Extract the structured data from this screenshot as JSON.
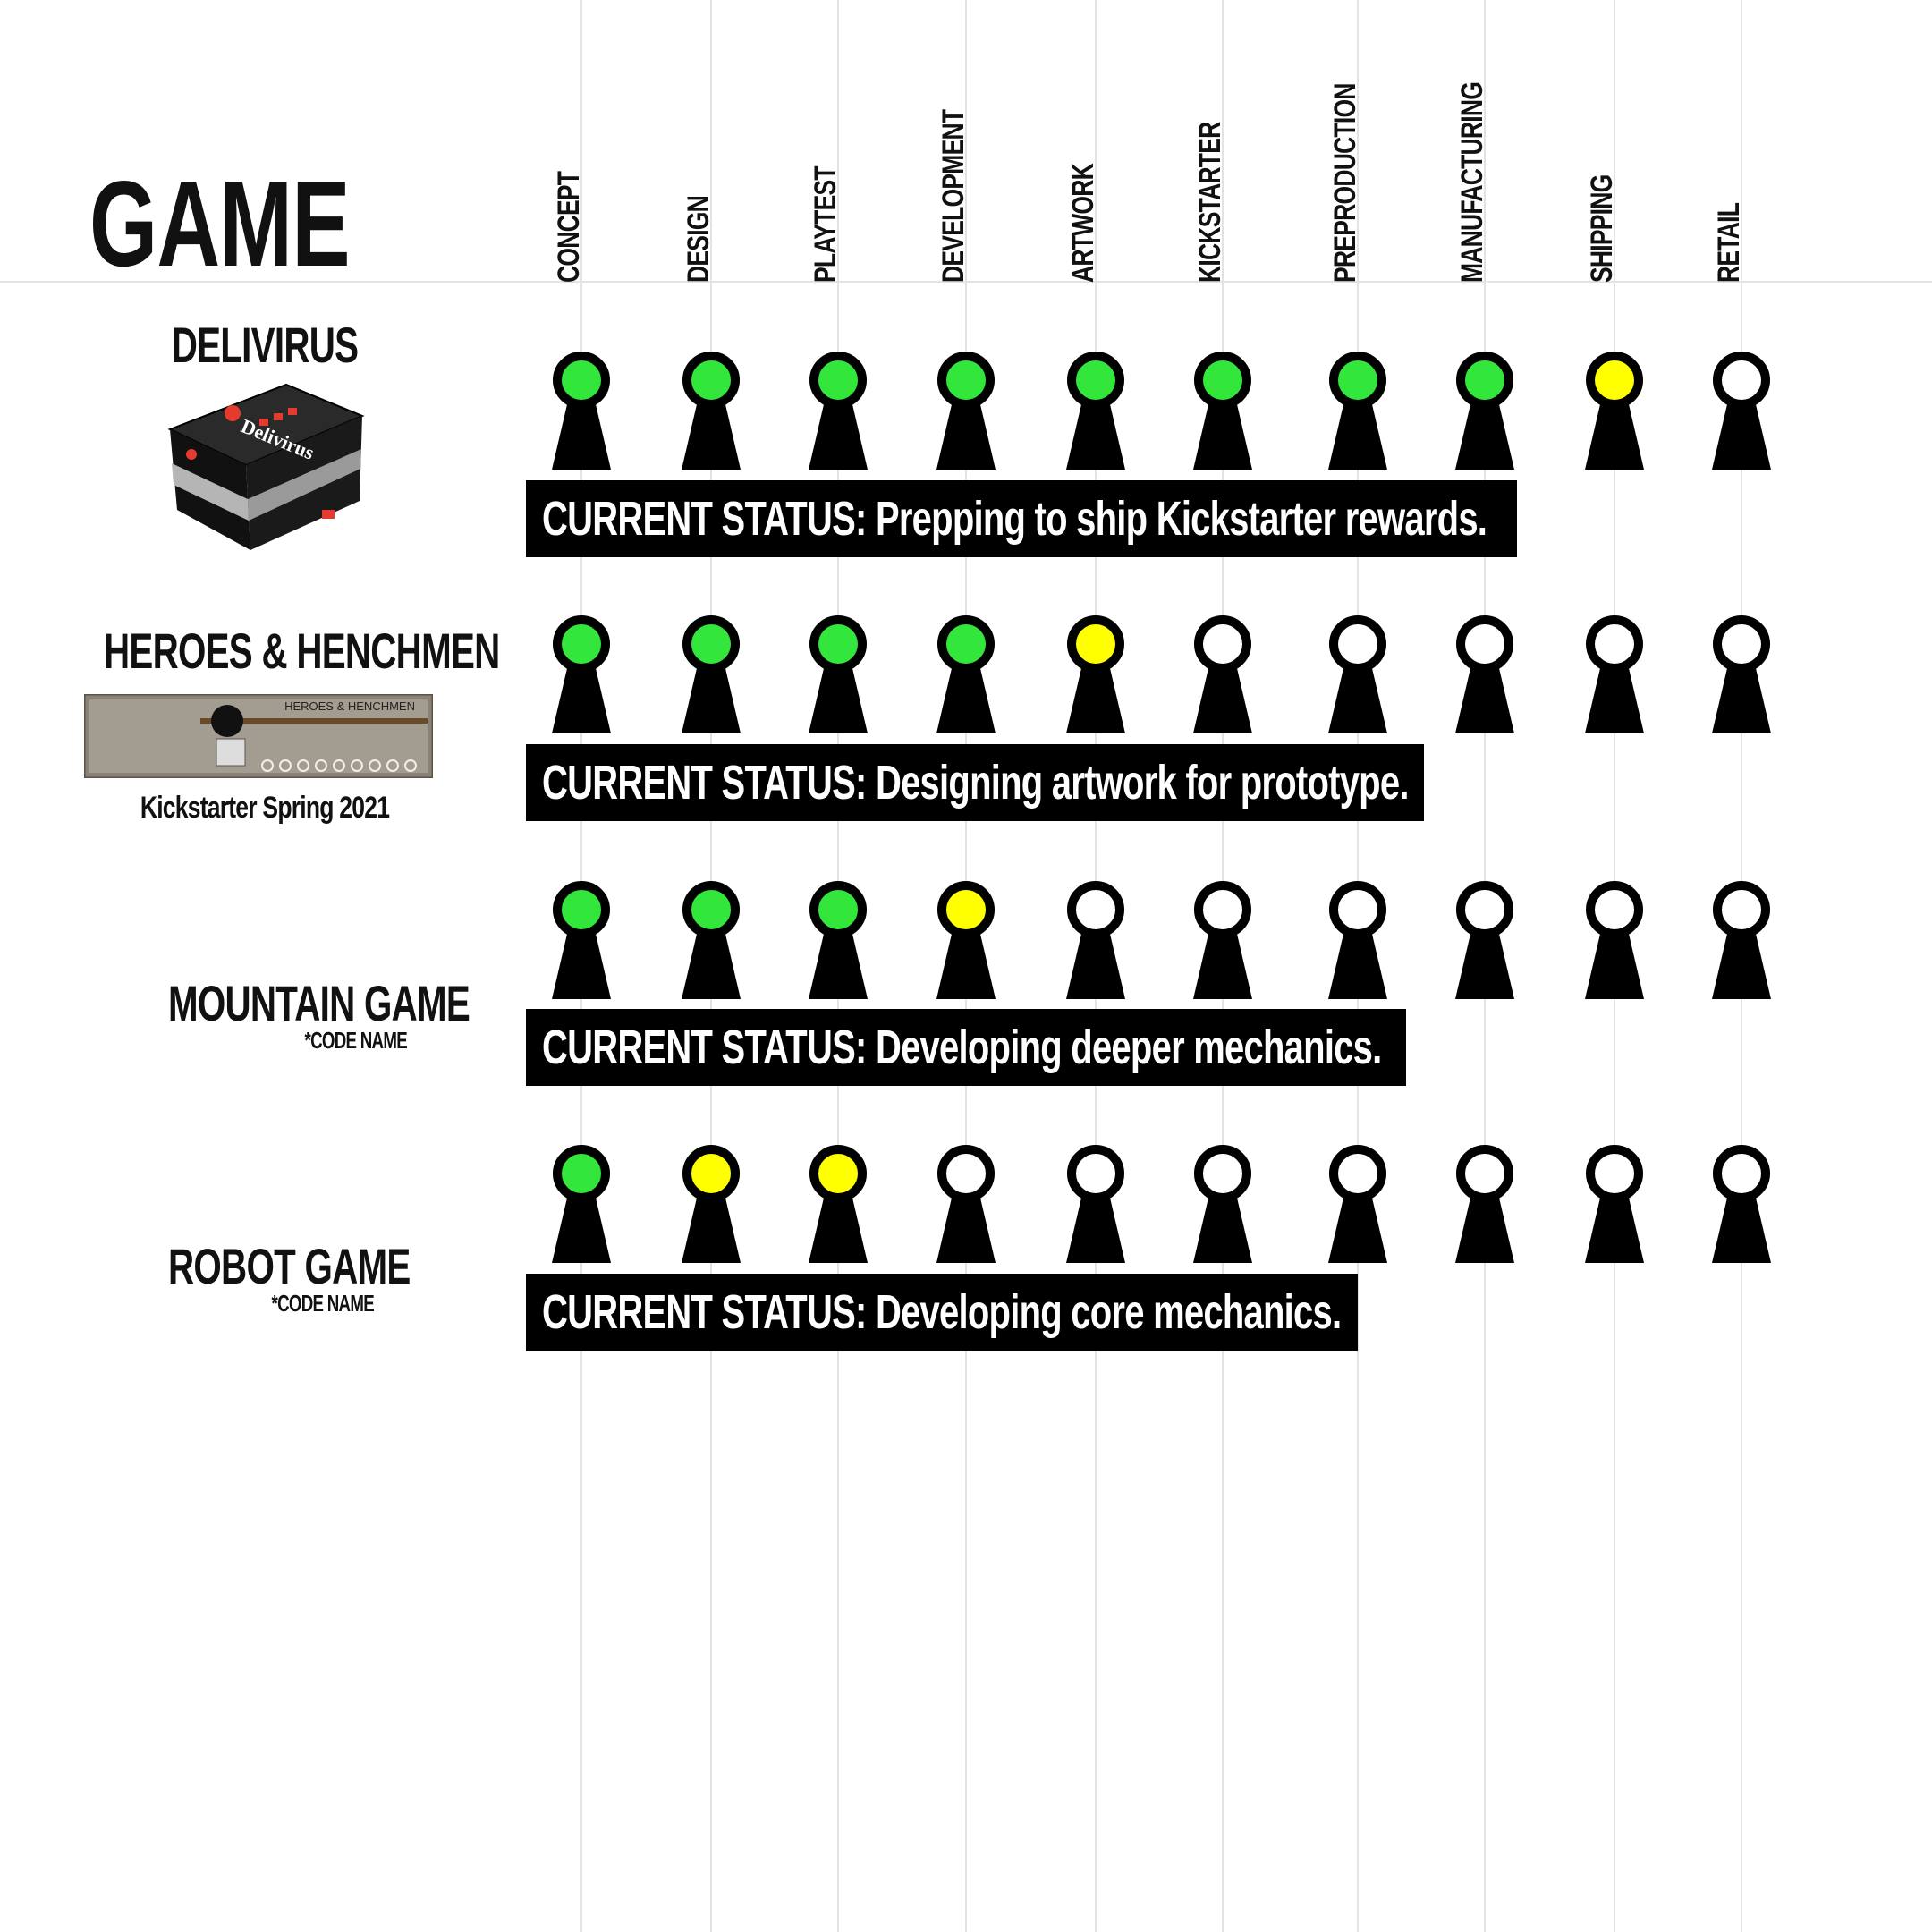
{
  "header": {
    "title": "GAME"
  },
  "stages": [
    "CONCEPT",
    "DESIGN",
    "PLAYTEST",
    "DEVELOPMENT",
    "ARTWORK",
    "KICKSTARTER",
    "PREPRODUCTION",
    "MANUFACTURING",
    "SHIPPING",
    "RETAIL"
  ],
  "status_colors": {
    "complete": "#33e63b",
    "in_progress": "#ffff00",
    "not_started": "#ffffff"
  },
  "games": [
    {
      "name": "DELIVIRUS",
      "image_label": "Delivirus",
      "note": "",
      "status_prefix": "CURRENT STATUS:",
      "status_text": "Prepping to ship Kickstarter rewards.",
      "stage_states": [
        "complete",
        "complete",
        "complete",
        "complete",
        "complete",
        "complete",
        "complete",
        "complete",
        "in_progress",
        "not_started"
      ]
    },
    {
      "name": "HEROES & HENCHMEN",
      "image_label": "HEROES & HENCHMEN",
      "note": "Kickstarter Spring 2021",
      "status_prefix": "CURRENT STATUS:",
      "status_text": "Designing artwork for prototype.",
      "stage_states": [
        "complete",
        "complete",
        "complete",
        "complete",
        "in_progress",
        "not_started",
        "not_started",
        "not_started",
        "not_started",
        "not_started"
      ]
    },
    {
      "name": "MOUNTAIN GAME",
      "code_name": "*CODE NAME",
      "status_prefix": "CURRENT STATUS:",
      "status_text": "Developing deeper mechanics.",
      "stage_states": [
        "complete",
        "complete",
        "complete",
        "in_progress",
        "not_started",
        "not_started",
        "not_started",
        "not_started",
        "not_started",
        "not_started"
      ]
    },
    {
      "name": "ROBOT GAME",
      "code_name": "*CODE NAME",
      "status_prefix": "CURRENT STATUS:",
      "status_text": "Developing core mechanics.",
      "stage_states": [
        "complete",
        "in_progress",
        "in_progress",
        "not_started",
        "not_started",
        "not_started",
        "not_started",
        "not_started",
        "not_started",
        "not_started"
      ]
    }
  ]
}
